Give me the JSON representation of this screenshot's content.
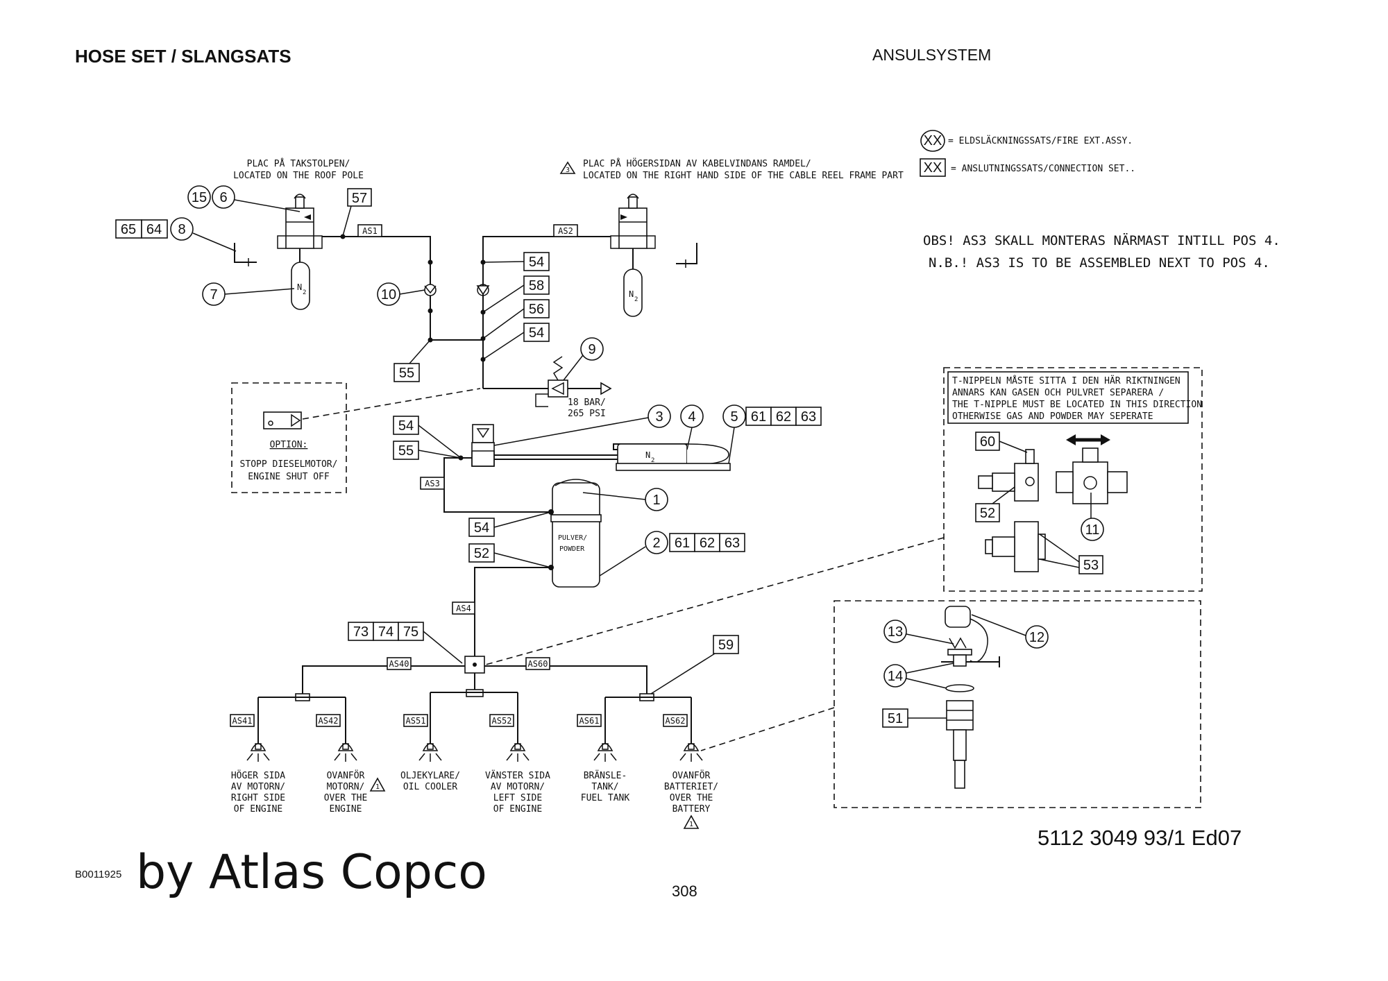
{
  "header": {
    "title_left": "HOSE SET / SLANGSATS",
    "title_right": "ANSULSYSTEM"
  },
  "footer": {
    "doc_number": "5112 3049 93/1  Ed07",
    "code": "B0011925",
    "credit": "by Atlas Copco",
    "page": "308"
  },
  "legend": {
    "marker": "XX",
    "circle_text": "= ELDSLÄCKNINGSSATS/FIRE EXT.ASSY.",
    "box_text": "= ANSLUTNINGSSATS/CONNECTION SET.."
  },
  "notes": {
    "obs_line1": "OBS! AS3 SKALL MONTERAS NÄRMAST INTILL POS 4.",
    "obs_line2": "N.B.! AS3 IS TO BE ASSEMBLED NEXT TO POS 4.",
    "roof_pole_1": "PLAC PÅ TAKSTOLPEN/",
    "roof_pole_2": "LOCATED ON THE ROOF POLE",
    "cable_reel_1": "PLAC PÅ HÖGERSIDAN AV KABELVINDANS RAMDEL/",
    "cable_reel_2": "LOCATED ON THE RIGHT HAND SIDE OF THE CABLE REEL FRAME PART",
    "warning_num": "3",
    "pressure_1": "18 BAR/",
    "pressure_2": "265 PSI",
    "option_title": "OPTION:",
    "option_1": "STOPP DIESELMOTOR/",
    "option_2": "ENGINE SHUT OFF",
    "tnipple_1": "T-NIPPELN MÅSTE SITTA I DEN HÄR RIKTNINGEN",
    "tnipple_2": "ANNARS KAN GASEN OCH PULVRET SEPARERA /",
    "tnipple_3": "THE T-NIPPLE MUST BE LOCATED IN THIS DIRECTION",
    "tnipple_4": "OTHERWISE GAS AND POWDER MAY SEPERATE",
    "powder_1": "PULVER/",
    "powder_2": "POWDER",
    "n2": "N",
    "n2_sub": "2"
  },
  "hoses": {
    "as1": "AS1",
    "as2": "AS2",
    "as3": "AS3",
    "as4": "AS4",
    "as40": "AS40",
    "as60": "AS60",
    "as41": "AS41",
    "as42": "AS42",
    "as51": "AS51",
    "as52": "AS52",
    "as61": "AS61",
    "as62": "AS62"
  },
  "nozzles": [
    {
      "l1": "HÖGER SIDA",
      "l2": "AV MOTORN/",
      "l3": "RIGHT SIDE",
      "l4": "OF ENGINE"
    },
    {
      "l1": "OVANFÖR",
      "l2": "MOTORN/",
      "l3": "OVER THE",
      "l4": "ENGINE"
    },
    {
      "l1": "OLJEKYLARE/",
      "l2": "OIL COOLER",
      "l3": "",
      "l4": ""
    },
    {
      "l1": "VÄNSTER SIDA",
      "l2": "AV MOTORN/",
      "l3": "LEFT SIDE",
      "l4": "OF ENGINE"
    },
    {
      "l1": "BRÄNSLE-",
      "l2": "TANK/",
      "l3": "FUEL TANK",
      "l4": ""
    },
    {
      "l1": "OVANFÖR",
      "l2": "BATTERIET/",
      "l3": "OVER THE",
      "l4": "BATTERY"
    }
  ],
  "items": {
    "i1": "1",
    "i2": "2",
    "i3": "3",
    "i4": "4",
    "i5": "5",
    "i6": "6",
    "i7": "7",
    "i8": "8",
    "i9": "9",
    "i10": "10",
    "i11": "11",
    "i12": "12",
    "i13": "13",
    "i14": "14",
    "i15": "15",
    "b51": "51",
    "b52": "52",
    "b52b": "52",
    "b53": "53",
    "b54a": "54",
    "b54b": "54",
    "b54c": "54",
    "b54d": "54",
    "b55a": "55",
    "b55b": "55",
    "b56": "56",
    "b57": "57",
    "b58": "58",
    "b59": "59",
    "b60": "60",
    "b61a": "61",
    "b62a": "62",
    "b63a": "63",
    "b61b": "61",
    "b62b": "62",
    "b63b": "63",
    "b64": "64",
    "b65": "65",
    "b73": "73",
    "b74": "74",
    "b75": "75"
  }
}
